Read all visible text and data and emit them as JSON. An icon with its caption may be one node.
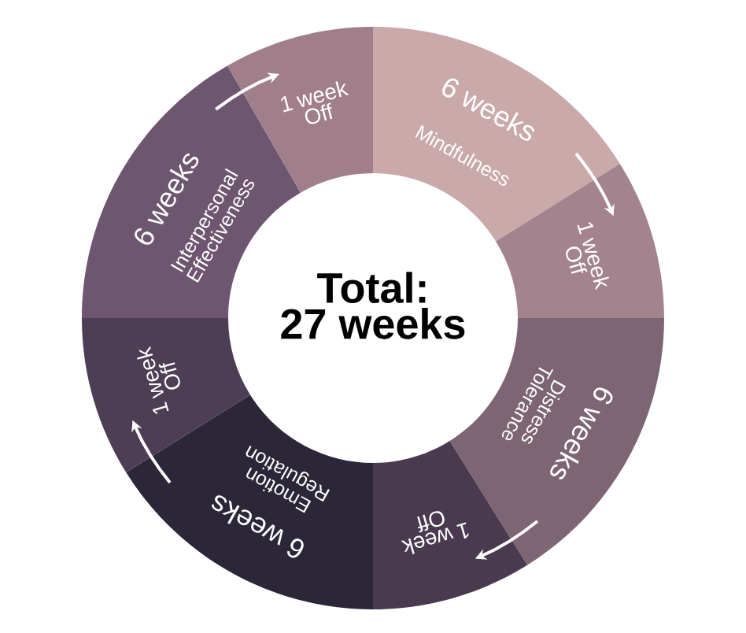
{
  "diagram": {
    "nodes": [
      {
        "text": [
          "6 weeks",
          "Mindfulness"
        ]
      },
      {
        "text": [
          "1 week Off"
        ]
      },
      {
        "text": [
          "6 weeks",
          "Distress Tolerance"
        ]
      },
      {
        "text": [
          "1 week Off"
        ]
      },
      {
        "text": [
          "6 weeks",
          "Emotion Regulation"
        ]
      },
      {
        "text": [
          "1 week Off"
        ]
      },
      {
        "text": [
          "6 weeks",
          "Interpersonal Effectiveness"
        ]
      },
      {
        "text": [
          "1 week Off"
        ]
      },
      {
        "text": [
          "Total:",
          "27 weeks"
        ]
      }
    ],
    "edges": [
      {
        "from": 0,
        "to": 1,
        "arrow": "to"
      },
      {
        "from": 2,
        "to": 3,
        "arrow": "to"
      },
      {
        "from": 4,
        "to": 5,
        "arrow": "to"
      },
      {
        "from": 6,
        "to": 7,
        "arrow": "to"
      }
    ]
  }
}
